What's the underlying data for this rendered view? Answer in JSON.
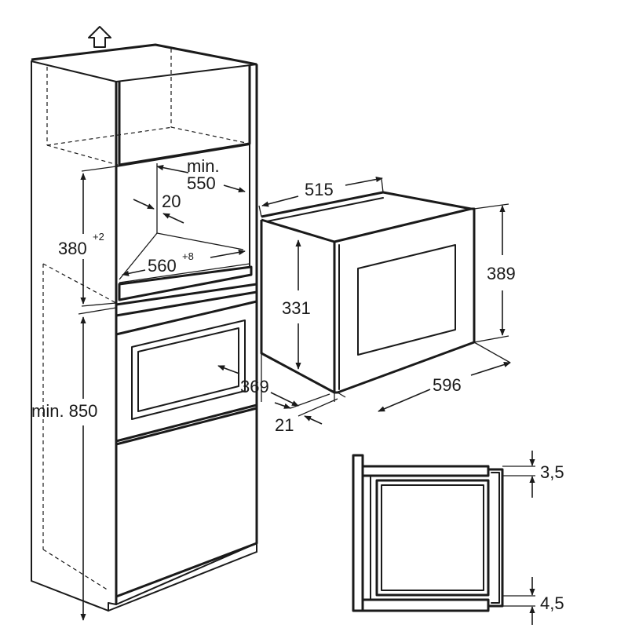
{
  "dimensions": {
    "niche_depth_min": "min.",
    "niche_depth_value": "550",
    "rear_gap": "20",
    "niche_height": "380",
    "niche_height_tolerance": "+2",
    "niche_width": "560",
    "niche_width_tolerance": "+8",
    "cabinet_height_min": "min. 850",
    "oven_depth": "515",
    "oven_height_body": "331",
    "oven_height_front": "389",
    "oven_width_body": "369",
    "oven_width_front": "596",
    "front_thickness": "21",
    "gap_top": "3,5",
    "gap_bottom": "4,5"
  }
}
